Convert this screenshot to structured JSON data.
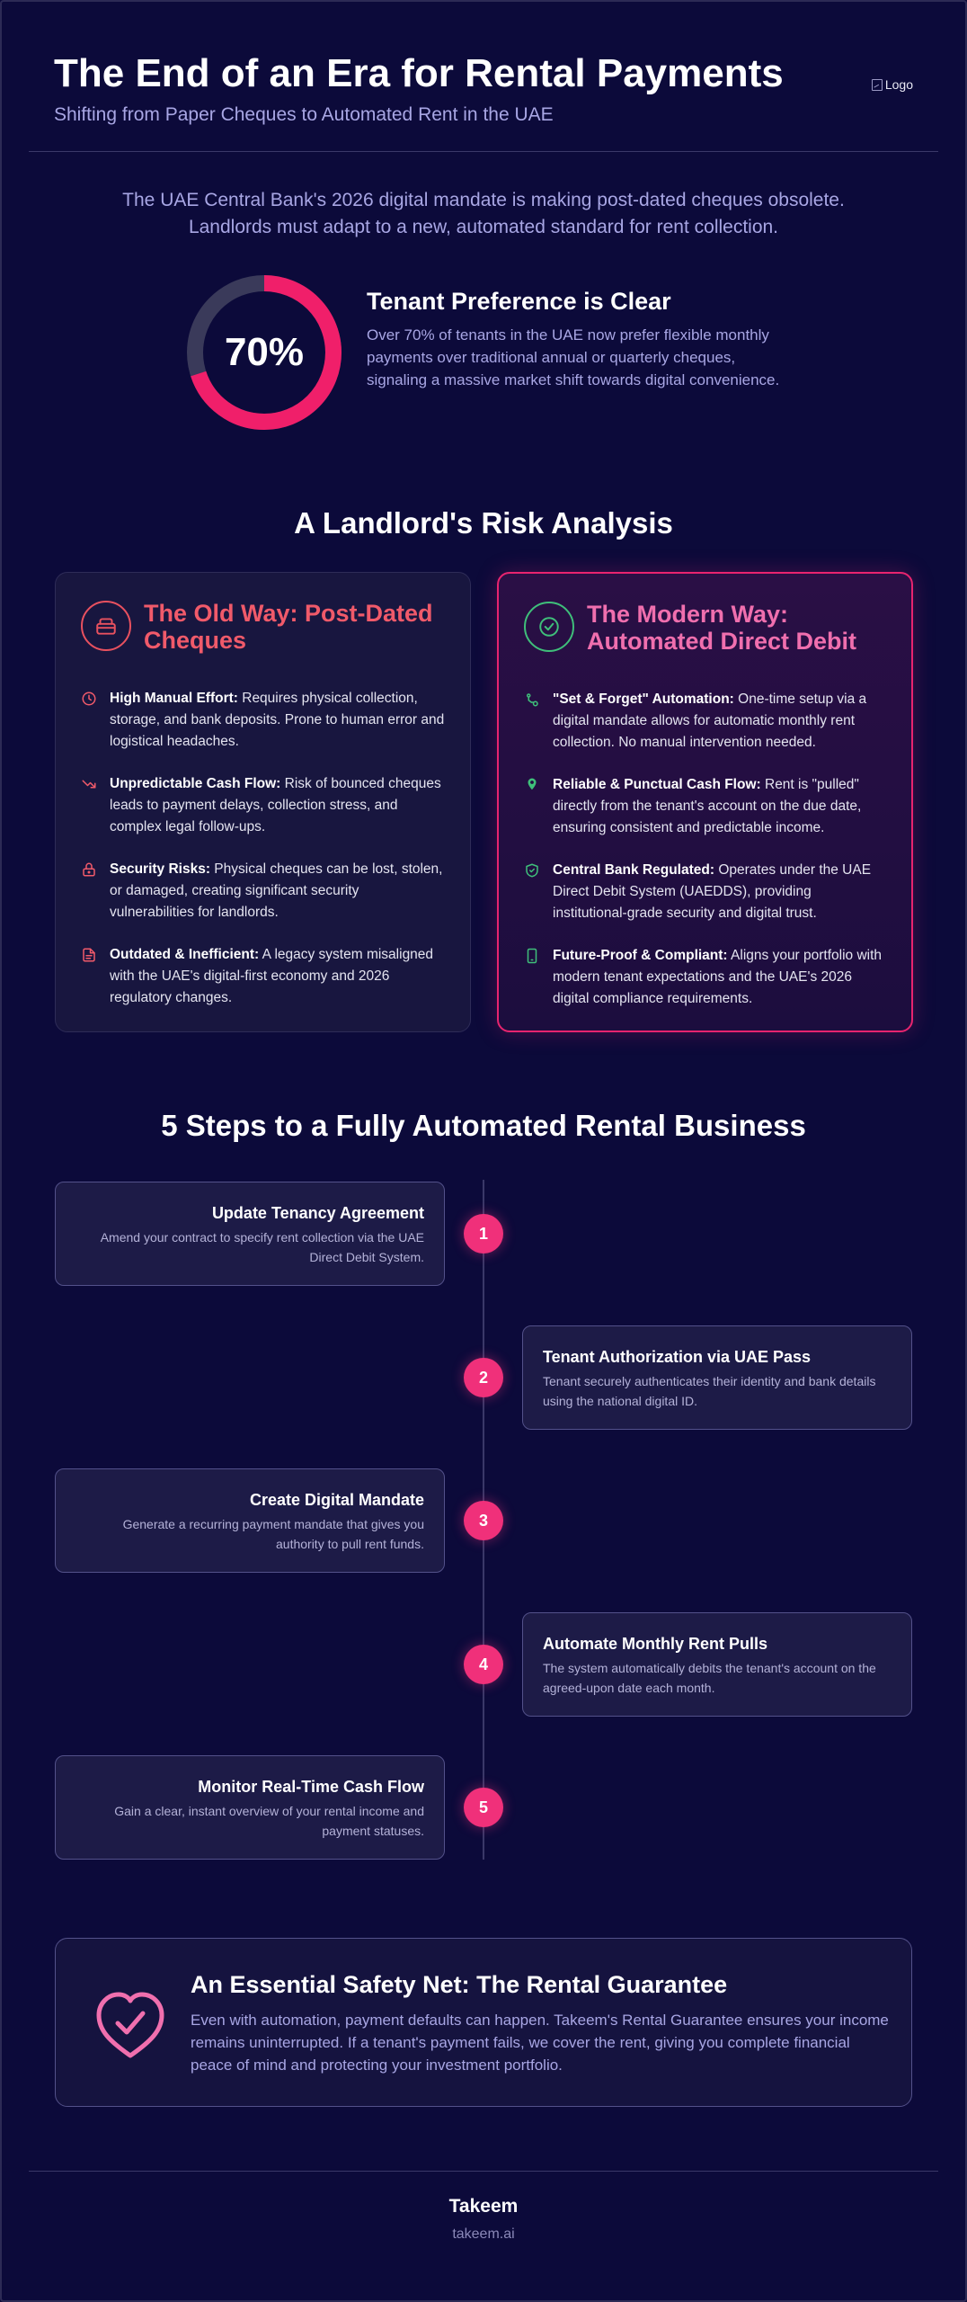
{
  "header": {
    "title": "The End of an Era for Rental Payments",
    "subtitle": "Shifting from Paper Cheques to Automated Rent in the UAE",
    "logo_alt": "Logo"
  },
  "intro": "The UAE Central Bank's 2026 digital mandate is making post-dated cheques obsolete. Landlords must adapt to a new, automated standard for rent collection.",
  "stat": {
    "value": "70%",
    "fraction": 0.7,
    "title": "Tenant Preference is Clear",
    "description": "Over 70% of tenants in the UAE now prefer flexible monthly payments over traditional annual or quarterly cheques, signaling a massive market shift towards digital convenience."
  },
  "risk": {
    "section_title": "A Landlord's Risk Analysis",
    "old": {
      "title": "The Old Way: Post-Dated Cheques",
      "icon": "wallet-icon",
      "items": [
        {
          "icon": "clock-icon",
          "label": "High Manual Effort:",
          "text": " Requires physical collection, storage, and bank deposits. Prone to human error and logistical headaches."
        },
        {
          "icon": "trending-down-icon",
          "label": "Unpredictable Cash Flow:",
          "text": " Risk of bounced cheques leads to payment delays, collection stress, and complex legal follow-ups."
        },
        {
          "icon": "lock-icon",
          "label": "Security Risks:",
          "text": " Physical cheques can be lost, stolen, or damaged, creating significant security vulnerabilities for landlords."
        },
        {
          "icon": "document-icon",
          "label": "Outdated & Inefficient:",
          "text": " A legacy system misaligned with the UAE's digital-first economy and 2026 regulatory changes."
        }
      ]
    },
    "new": {
      "title": "The Modern Way: Automated Direct Debit",
      "icon": "check-circle-icon",
      "items": [
        {
          "icon": "automation-icon",
          "label": "\"Set & Forget\" Automation:",
          "text": " One-time setup via a digital mandate allows for automatic monthly rent collection. No manual intervention needed."
        },
        {
          "icon": "location-pin-icon",
          "label": "Reliable & Punctual Cash Flow:",
          "text": " Rent is \"pulled\" directly from the tenant's account on the due date, ensuring consistent and predictable income."
        },
        {
          "icon": "shield-check-icon",
          "label": "Central Bank Regulated:",
          "text": " Operates under the UAE Direct Debit System (UAEDDS), providing institutional-grade security and digital trust."
        },
        {
          "icon": "smartphone-icon",
          "label": "Future-Proof & Compliant:",
          "text": " Aligns your portfolio with modern tenant expectations and the UAE's 2026 digital compliance requirements."
        }
      ]
    }
  },
  "steps": {
    "section_title": "5 Steps to a Fully Automated Rental Business",
    "items": [
      {
        "number": "1",
        "title": "Update Tenancy Agreement",
        "description": "Amend your contract to specify rent collection via the UAE Direct Debit System."
      },
      {
        "number": "2",
        "title": "Tenant Authorization via UAE Pass",
        "description": "Tenant securely authenticates their identity and bank details using the national digital ID."
      },
      {
        "number": "3",
        "title": "Create Digital Mandate",
        "description": "Generate a recurring payment mandate that gives you authority to pull rent funds."
      },
      {
        "number": "4",
        "title": "Automate Monthly Rent Pulls",
        "description": "The system automatically debits the tenant's account on the agreed-upon date each month."
      },
      {
        "number": "5",
        "title": "Monitor Real-Time Cash Flow",
        "description": "Gain a clear, instant overview of your rental income and payment statuses."
      }
    ]
  },
  "guarantee": {
    "title": "An Essential Safety Net: The Rental Guarantee",
    "icon": "shield-check-icon",
    "description": "Even with automation, payment defaults can happen. Takeem's Rental Guarantee ensures your income remains uninterrupted. If a tenant's payment fails, we cover the rent, giving you complete financial peace of mind and protecting your investment portfolio."
  },
  "footer": {
    "brand": "Takeem",
    "url": "takeem.ai"
  },
  "colors": {
    "background": "#0c0a3a",
    "accent_pink": "#f0307a",
    "old_red": "#f05a6a",
    "new_green": "#3fbf7a",
    "muted_text": "#a8a6e4"
  }
}
